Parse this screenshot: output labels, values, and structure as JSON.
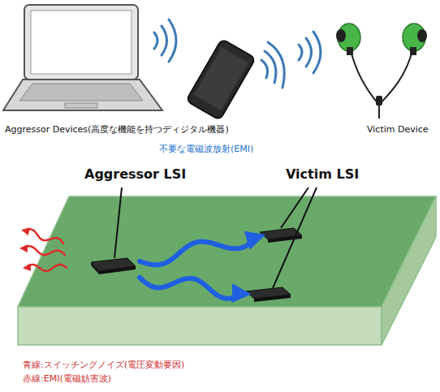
{
  "diagram": {
    "labels": [
      "Aggressor Devices(高度な機能を持つディジタル機器)",
      "Victim Device",
      "不要な電磁波放射(EMI)",
      "Aggressor LSI",
      "Victim LSI",
      "青線:スイッチングノイズ(電圧変動要因)",
      "赤線:EMI(電磁妨害波)"
    ]
  }
}
